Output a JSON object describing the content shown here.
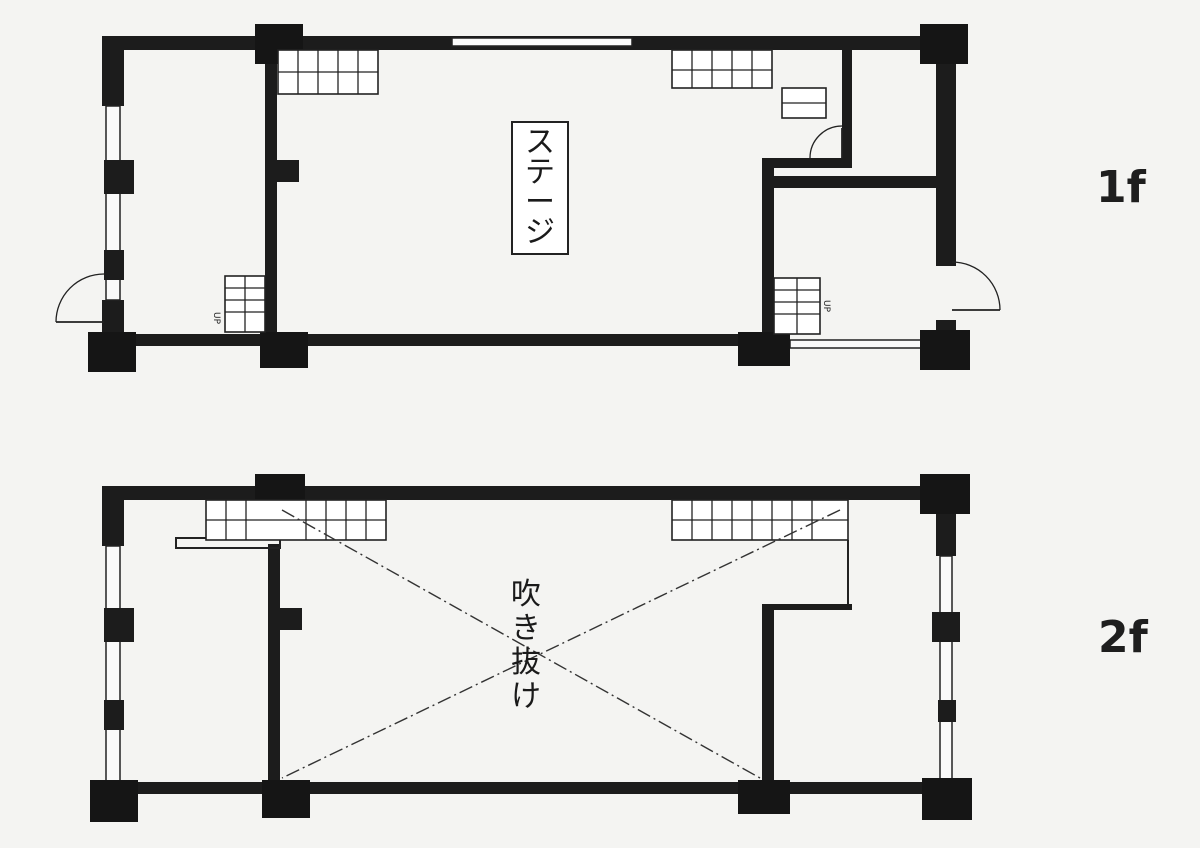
{
  "floors": [
    {
      "label": "1f",
      "room_label": "ステージ",
      "stair_labels": [
        "UP",
        "UP"
      ]
    },
    {
      "label": "2f",
      "room_label": "吹き抜け"
    }
  ]
}
